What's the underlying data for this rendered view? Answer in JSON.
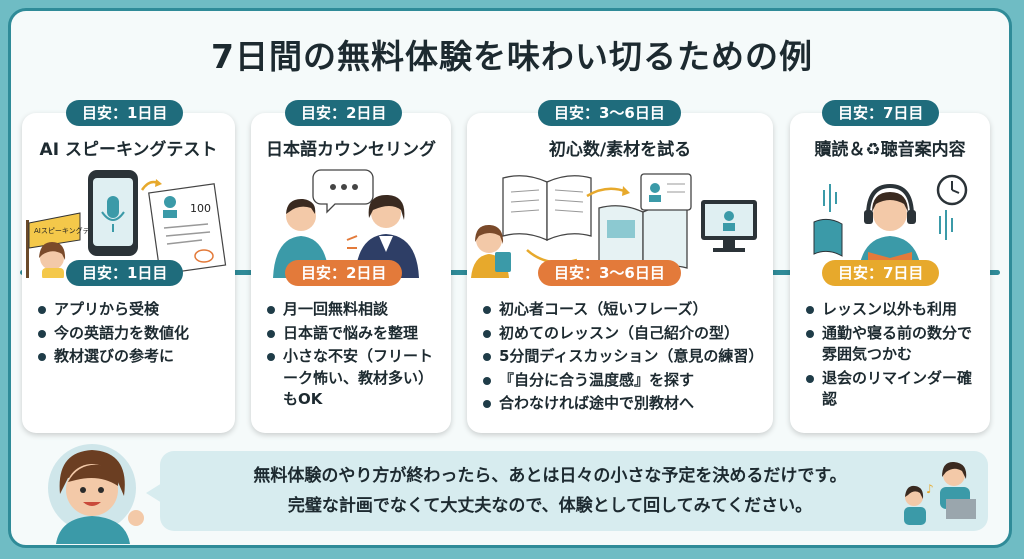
{
  "title": "7日間の無料体験を味わい切るための例",
  "cards": [
    {
      "top_badge": "目安：1日目",
      "title": "AI スピーキングテスト",
      "mid_badge": "目安：1日目",
      "bullets": [
        "アプリから受検",
        "今の英語力を数値化",
        "教材選びの参考に"
      ],
      "flag_text": "AIスピーキングテスト",
      "paper_score": "100"
    },
    {
      "top_badge": "目安：2日目",
      "title": "日本語カウンセリング",
      "mid_badge": "目安：2日目",
      "bullets": [
        "月一回無料相談",
        "日本語で悩みを整理",
        "小さな不安（フリートーク怖い、教材多い）もOK"
      ]
    },
    {
      "top_badge": "目安：3〜6日目",
      "title": "初心数/素材を試る",
      "mid_badge": "目安：3〜6日目",
      "bullets": [
        "初心者コース（短いフレーズ）",
        "初めてのレッスン（自己紹介の型）",
        "5分間ディスカッション（意見の練習）",
        "『自分に合う温度感』を探す",
        "合わなければ途中で別教材へ"
      ]
    },
    {
      "top_badge": "目安：7日目",
      "title": "贖読＆♻聴音案内容",
      "mid_badge": "目安：7日目",
      "bullets": [
        "レッスン以外も利用",
        "通勤や寝る前の数分で雰囲気つかむ",
        "退会のリマインダー確認"
      ]
    }
  ],
  "message": {
    "line1": "無料体験のやり方が終わったら、あとは日々の小さな予定を決めるだけです。",
    "line2": "完璧な計画でなくて大丈夫なので、体験として回してみてください。"
  },
  "colors": {
    "teal": "#1f6c7c",
    "orange": "#e37a3a",
    "gold": "#e7a92c",
    "frame": "#2f8b98"
  }
}
